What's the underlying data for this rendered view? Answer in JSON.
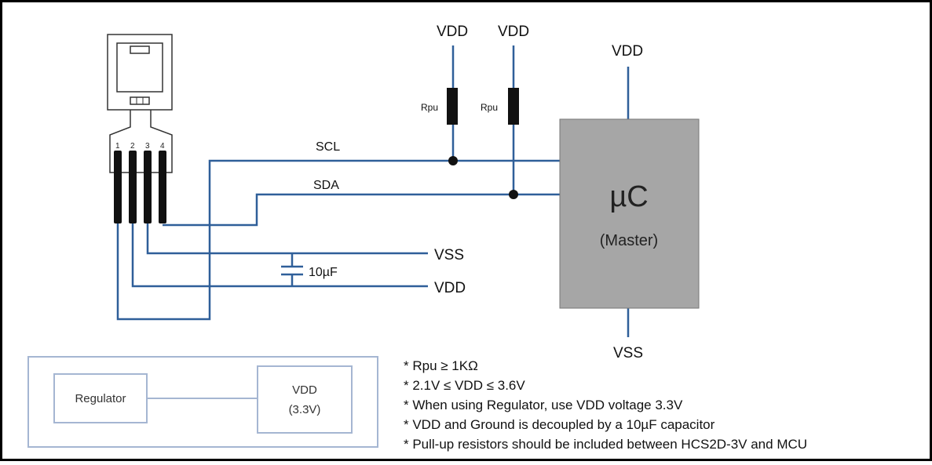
{
  "colors": {
    "wire": "#2f5f99",
    "mcu_fill": "#a6a6a6",
    "box_border": "#a5b6d2"
  },
  "sensor": {
    "pins": [
      "1",
      "2",
      "3",
      "4"
    ]
  },
  "pullups": [
    {
      "vdd": "VDD",
      "label": "Rpu"
    },
    {
      "vdd": "VDD",
      "label": "Rpu"
    }
  ],
  "signals": {
    "scl": "SCL",
    "sda": "SDA"
  },
  "rails": {
    "vss": "VSS",
    "vdd": "VDD"
  },
  "capacitor": {
    "label": "10µF"
  },
  "mcu": {
    "title": "µC",
    "subtitle": "(Master)",
    "vdd": "VDD",
    "vss": "VSS"
  },
  "regulator_box": {
    "regulator": "Regulator",
    "vdd_line1": "VDD",
    "vdd_line2": "(3.3V)"
  },
  "notes": [
    "* Rpu ≥ 1KΩ",
    "* 2.1V  ≤ VDD ≤ 3.6V",
    "* When using Regulator, use VDD voltage 3.3V",
    "* VDD and Ground is decoupled  by a 10µF capacitor",
    "* Pull-up resistors should be included between  HCS2D-3V  and MCU"
  ]
}
